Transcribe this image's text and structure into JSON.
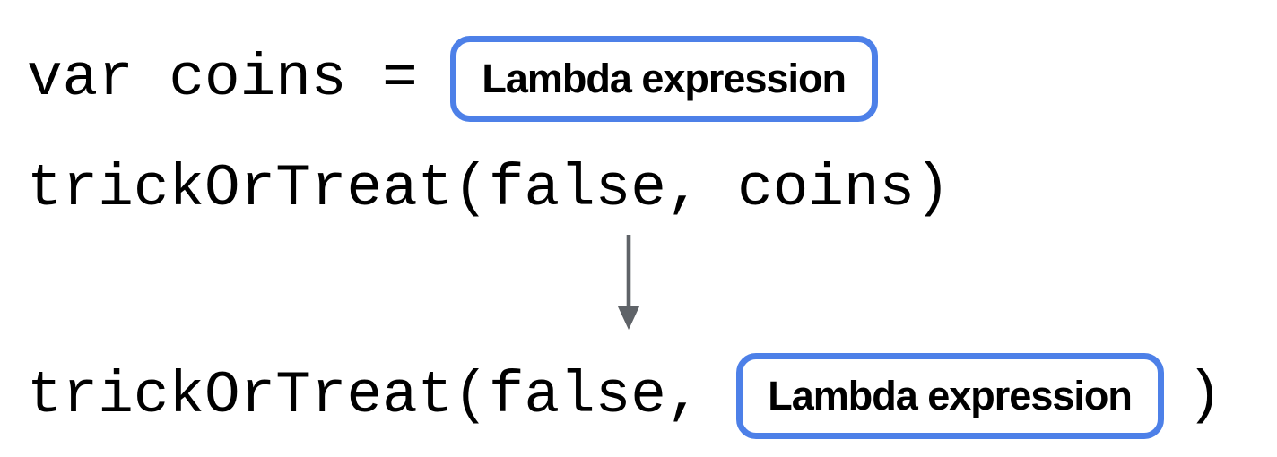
{
  "lines": {
    "assignment": {
      "code": "var coins =",
      "box_label": "Lambda expression"
    },
    "call": {
      "code": "trickOrTreat(false, coins)"
    },
    "substituted": {
      "code_before": "trickOrTreat(false,",
      "box_label": "Lambda expression",
      "code_after": ")"
    }
  },
  "icons": {
    "arrow": "down-arrow"
  },
  "colors": {
    "box_border": "#4d80e8",
    "arrow": "#5f6368",
    "code_text": "#000000",
    "background": "#ffffff"
  }
}
